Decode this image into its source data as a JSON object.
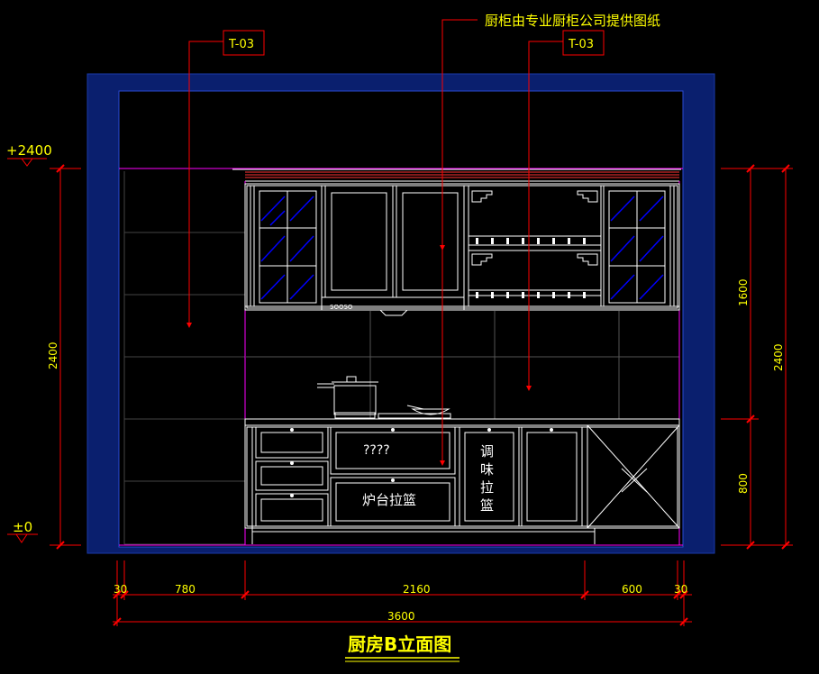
{
  "drawing": {
    "title": "厨房B立面图",
    "note": "厨柜由专业厨柜公司提供图纸",
    "tag_left": "T-03",
    "tag_right": "T-03",
    "level_top": "+2400",
    "level_bottom": "±0",
    "colors": {
      "background": "#000000",
      "wall": "#0a1f6e",
      "dimension": "#ff0000",
      "dim_text": "#ffff00",
      "outline": "#ffffff",
      "magenta": "#ff00ff",
      "glass": "#0000ff"
    }
  },
  "dims": {
    "left_height": "2400",
    "right_upper": "1600",
    "right_lower": "800",
    "right_total": "2400",
    "bottom_30_left": "30",
    "bottom_780": "780",
    "bottom_2160": "2160",
    "bottom_600": "600",
    "bottom_30_right": "30",
    "bottom_total": "3600"
  },
  "labels": {
    "hood_brand": "SOOSO",
    "drawer_top": "????",
    "stove_basket": "炉台拉篮",
    "spice_c1": "调",
    "spice_c2": "味",
    "spice_c3": "拉",
    "spice_c4": "篮"
  }
}
